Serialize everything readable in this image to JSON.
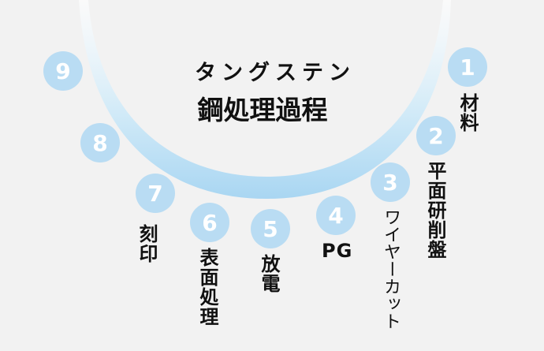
{
  "title": {
    "line1": "タングステン",
    "line2": "鋼処理過程"
  },
  "colors": {
    "background": "#f2f2f2",
    "circle": "#b9dcf3",
    "arc": "#b5dcf4",
    "text": "#111111"
  },
  "steps": [
    {
      "number": "1",
      "label": "材料"
    },
    {
      "number": "2",
      "label": "平面研削盤"
    },
    {
      "number": "3",
      "label": "ワイヤーカット"
    },
    {
      "number": "4",
      "label": "PG"
    },
    {
      "number": "5",
      "label": "放電"
    },
    {
      "number": "6",
      "label": "表面処理"
    },
    {
      "number": "7",
      "label": "刻印"
    },
    {
      "number": "8",
      "label": ""
    },
    {
      "number": "9",
      "label": ""
    }
  ]
}
